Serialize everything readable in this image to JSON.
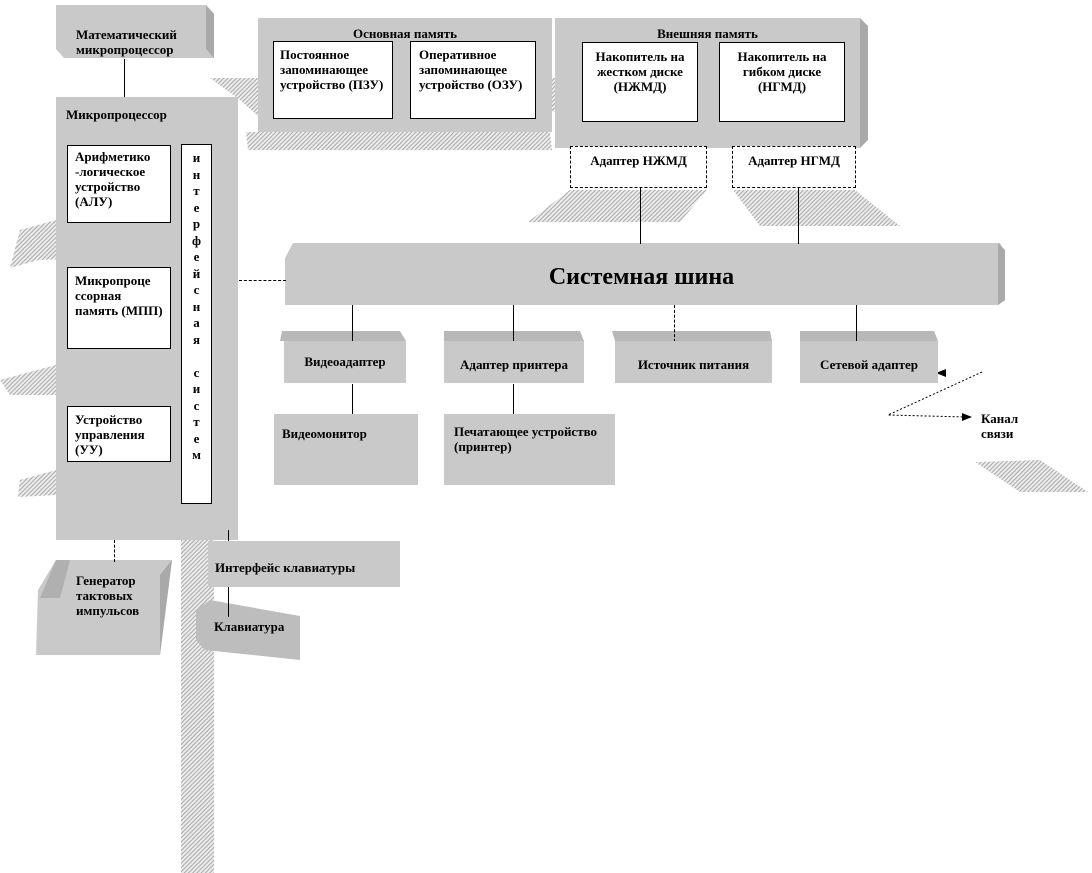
{
  "diagram": {
    "math_coprocessor": "Математический микропроцессор",
    "main_memory": {
      "title": "Основная память",
      "rom": "Постоянное запоминающее устройство (ПЗУ)",
      "ram": "Оперативное запоминающее устройство (ОЗУ)"
    },
    "external_memory": {
      "title": "Внешняя память",
      "hdd": "Накопитель на жестком диске (НЖМД)",
      "fdd": "Накопитель на гибком диске (НГМД)"
    },
    "hdd_adapter": "Адаптер НЖМД",
    "fdd_adapter": "Адаптер НГМД",
    "microprocessor": {
      "title": "Микропроцессор",
      "alu": "Арифметико -логическое устройство (АЛУ)",
      "mpp": "Микропроце ссорная память (МПП)",
      "cu": "Устройство управления (УУ)"
    },
    "interface_system": "интерфейсная систем",
    "system_bus": "Системная шина",
    "video_adapter": "Видеоадаптер",
    "printer_adapter": "Адаптер принтера",
    "power_supply": "Источник питания",
    "network_adapter": "Сетевой адаптер",
    "video_monitor": "Видеомонитор",
    "printer": "Печатающее устройство (принтер)",
    "channel": "Канал связи",
    "clock_generator": "Генератор тактовых импульсов",
    "keyboard_interface": "Интерфейс клавиатуры",
    "keyboard": "Клавиатура"
  }
}
